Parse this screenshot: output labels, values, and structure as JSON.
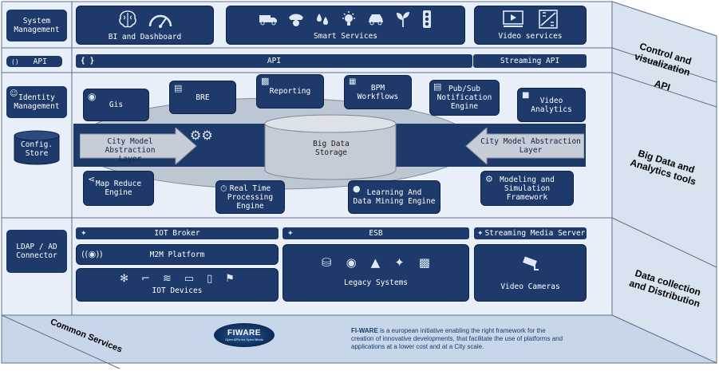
{
  "side": {
    "system_management": "System\nManagement",
    "api": "API",
    "identity_management": "Identity\nManagement",
    "config_store": "Config.\nStore",
    "ldap": "LDAP / AD\nConnector"
  },
  "top": {
    "bi": "BI and Dashboard",
    "smart": "Smart Services",
    "video": "Video services"
  },
  "api_bar": {
    "braces": "{ }",
    "api": "API",
    "streaming": "Streaming API"
  },
  "bigdata": {
    "gis": "Gis",
    "bre": "BRE",
    "reporting": "Reporting",
    "bpm": "BPM\nWorkflows",
    "pubsub": "Pub/Sub\nNotification\nEngine",
    "video_analytics": "Video\nAnalytics",
    "city_left": "City Model Abstraction\nLayer",
    "city_right": "City Model Abstraction\nLayer",
    "storage": "Big Data\nStorage",
    "mapreduce": "Map Reduce\nEngine",
    "realtime": "Real Time\nProcessing\nEngine",
    "learning": "Learning And\nData Mining Engine",
    "modeling": "Modeling and\nSimulation\nFramework"
  },
  "data": {
    "iot_broker": "IOT Broker",
    "esb": "ESB",
    "streaming_media": "Streaming Media Server",
    "m2m": "M2M Platform",
    "iot_devices": "IOT Devices",
    "legacy": "Legacy Systems",
    "cameras": "Video Cameras"
  },
  "right_labels": {
    "control": "Control and visualization",
    "api": "API",
    "bigdata": "Big Data and\nAnalytics tools",
    "collection": "Data collection\nand Distribution"
  },
  "bottom": {
    "common": "Common Services",
    "fiware_logo": "FIWARE",
    "fiware_tagline": "Open APIs for Open Minds",
    "desc_bold": "FI-WARE",
    "desc": " is a european initiative enabling the right framework for the creation of innovative developments, that facilitate the use of platforms and applications at a lower cost and at a City scale."
  }
}
